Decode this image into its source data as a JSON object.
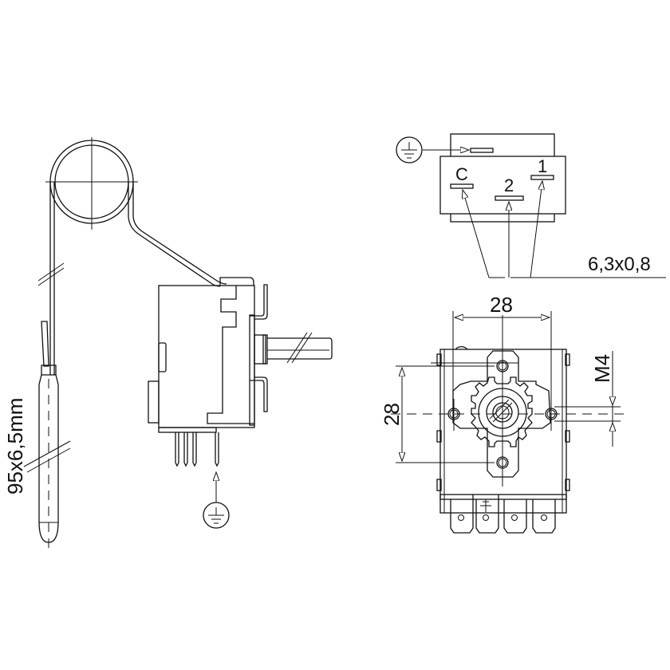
{
  "drawing": {
    "title": "Capillary thermostat technical drawing",
    "sensor": {
      "dimension_label": "95x6,5mm"
    },
    "connection_view": {
      "terminals": [
        {
          "label": "C"
        },
        {
          "label": "2"
        },
        {
          "label": "1"
        }
      ],
      "terminal_size_label": "6,3x0,8",
      "ground_symbol": "ground-icon"
    },
    "front_view": {
      "width_dimension": "28",
      "height_dimension": "28",
      "thread_label": "M4",
      "ground_tab_symbol": "ground-icon"
    },
    "side_view": {
      "ground_symbol": "ground-icon"
    },
    "colors": {
      "line": "#111111",
      "background": "#ffffff"
    }
  }
}
